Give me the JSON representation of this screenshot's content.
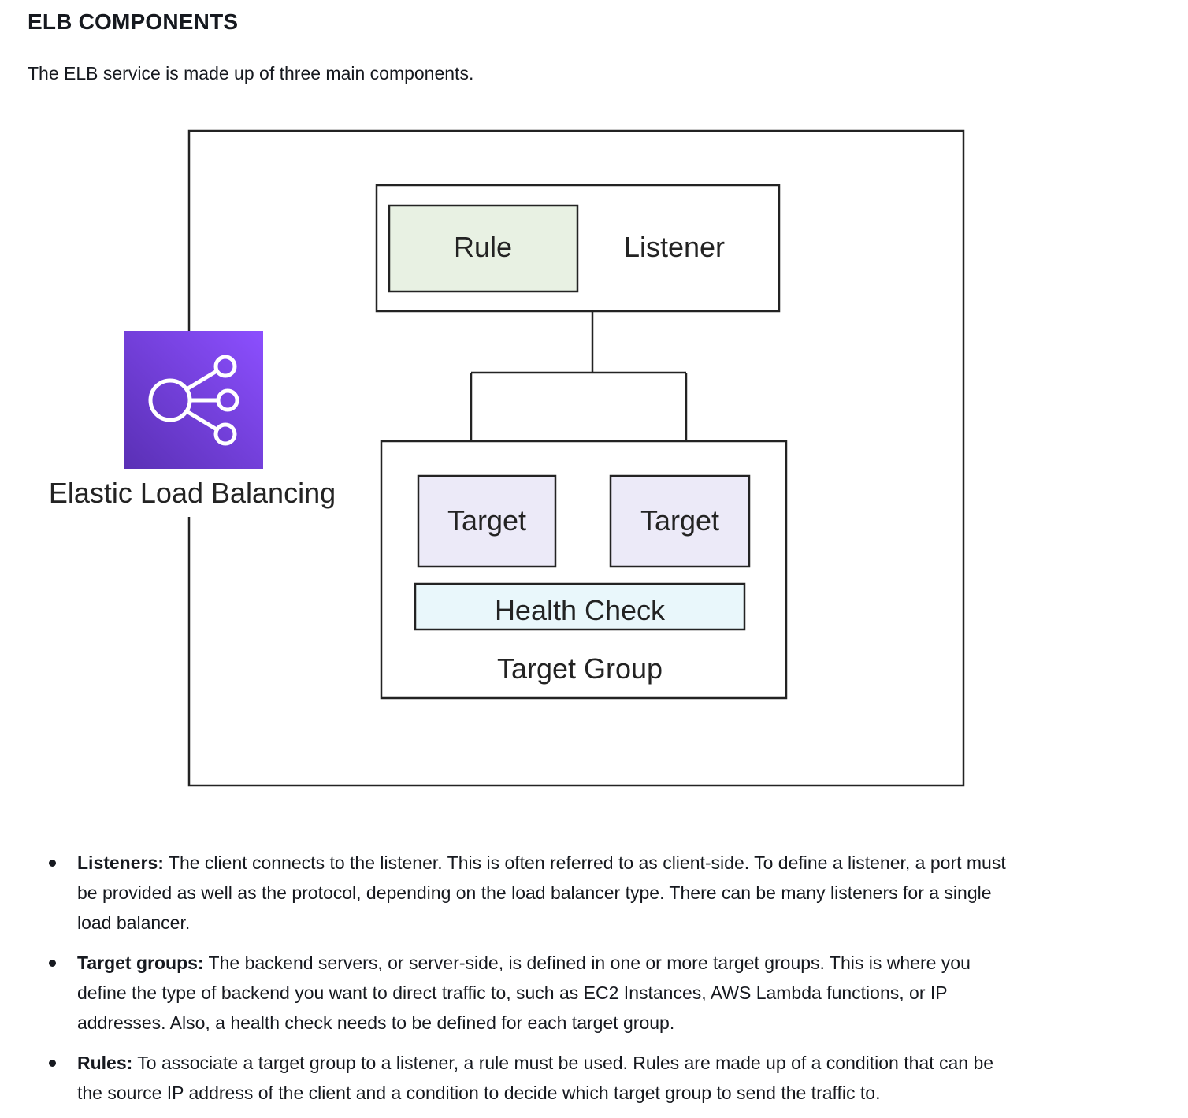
{
  "page": {
    "title": "ELB COMPONENTS",
    "intro": "The ELB service is made up of three main components."
  },
  "diagram": {
    "service_label": "Elastic Load Balancing",
    "service_icon": "elastic-load-balancing-icon",
    "rule_label": "Rule",
    "listener_label": "Listener",
    "targets": [
      "Target",
      "Target"
    ],
    "health_check_label": "Health Check",
    "target_group_label": "Target Group",
    "colors": {
      "icon_purple_top": "#8c4fff",
      "icon_purple_bottom": "#5a30b5",
      "rule_fill": "#e8f1e3",
      "target_fill": "#eceaf8",
      "health_check_fill": "#e9f7fb",
      "line": "#232323"
    }
  },
  "components": [
    {
      "term": "Listeners:",
      "text": " The client connects to the listener. This is often referred to as client-side. To define a listener, a port must be provided as well as the protocol, depending on the load balancer type. There can be many listeners for a single load balancer."
    },
    {
      "term": "Target groups:",
      "text": " The backend servers, or server-side, is defined in one or more target groups. This is where you define the type of backend you want to direct traffic to, such as EC2 Instances, AWS Lambda functions, or IP addresses. Also, a health check needs to be defined for each target group."
    },
    {
      "term": "Rules:",
      "text": " To associate a target group to a listener, a rule must be used. Rules are made up of a condition that can be the source IP address of the client and a condition to decide which target group to send the traffic to."
    }
  ]
}
